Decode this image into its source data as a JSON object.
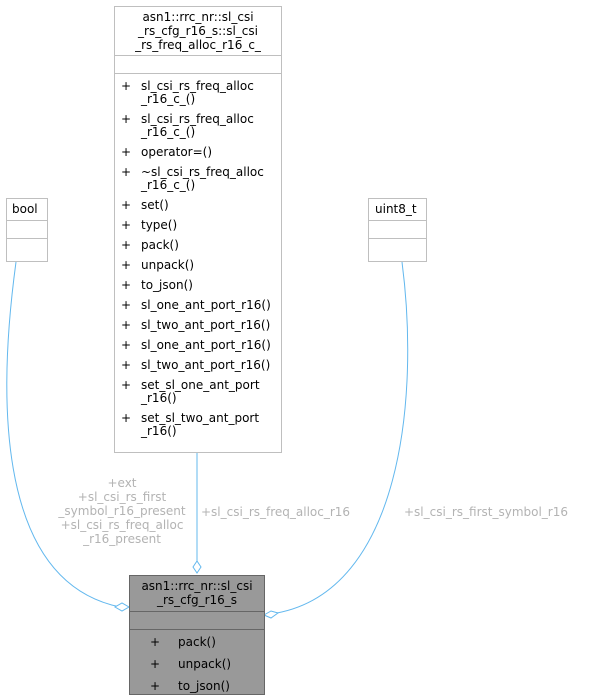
{
  "main_class": {
    "name_line1": "asn1::rrc_nr::sl_csi",
    "name_line2": "_rs_cfg_r16_s",
    "methods": [
      {
        "vis": "+",
        "name": "pack()"
      },
      {
        "vis": "+",
        "name": "unpack()"
      },
      {
        "vis": "+",
        "name": "to_json()"
      }
    ]
  },
  "freq_alloc_class": {
    "name_line1": "asn1::rrc_nr::sl_csi",
    "name_line2": "_rs_cfg_r16_s::sl_csi",
    "name_line3": "_rs_freq_alloc_r16_c_",
    "methods": [
      {
        "vis": "+",
        "name": "sl_csi_rs_freq_alloc\n_r16_c_()"
      },
      {
        "vis": "+",
        "name": "sl_csi_rs_freq_alloc\n_r16_c_()"
      },
      {
        "vis": "+",
        "name": "operator=()"
      },
      {
        "vis": "+",
        "name": "~sl_csi_rs_freq_alloc\n_r16_c_()"
      },
      {
        "vis": "+",
        "name": "set()"
      },
      {
        "vis": "+",
        "name": "type()"
      },
      {
        "vis": "+",
        "name": "pack()"
      },
      {
        "vis": "+",
        "name": "unpack()"
      },
      {
        "vis": "+",
        "name": "to_json()"
      },
      {
        "vis": "+",
        "name": "sl_one_ant_port_r16()"
      },
      {
        "vis": "+",
        "name": "sl_two_ant_port_r16()"
      },
      {
        "vis": "+",
        "name": "sl_one_ant_port_r16()"
      },
      {
        "vis": "+",
        "name": "sl_two_ant_port_r16()"
      },
      {
        "vis": "+",
        "name": "set_sl_one_ant_port\n_r16()"
      },
      {
        "vis": "+",
        "name": "set_sl_two_ant_port\n_r16()"
      }
    ]
  },
  "bool_class": {
    "name": "bool"
  },
  "uint8_class": {
    "name": "uint8_t"
  },
  "edge_labels": {
    "bool_edge": "+ext\n+sl_csi_rs_first\n_symbol_r16_present\n+sl_csi_rs_freq_alloc\n_r16_present",
    "freq_alloc_edge": "+sl_csi_rs_freq_alloc_r16",
    "uint8_edge": "+sl_csi_rs_first_symbol_r16"
  },
  "colors": {
    "edge": "#63b8ee",
    "label": "#b3b3b3",
    "border": "#bfbfbf",
    "main_fill": "#999999"
  }
}
